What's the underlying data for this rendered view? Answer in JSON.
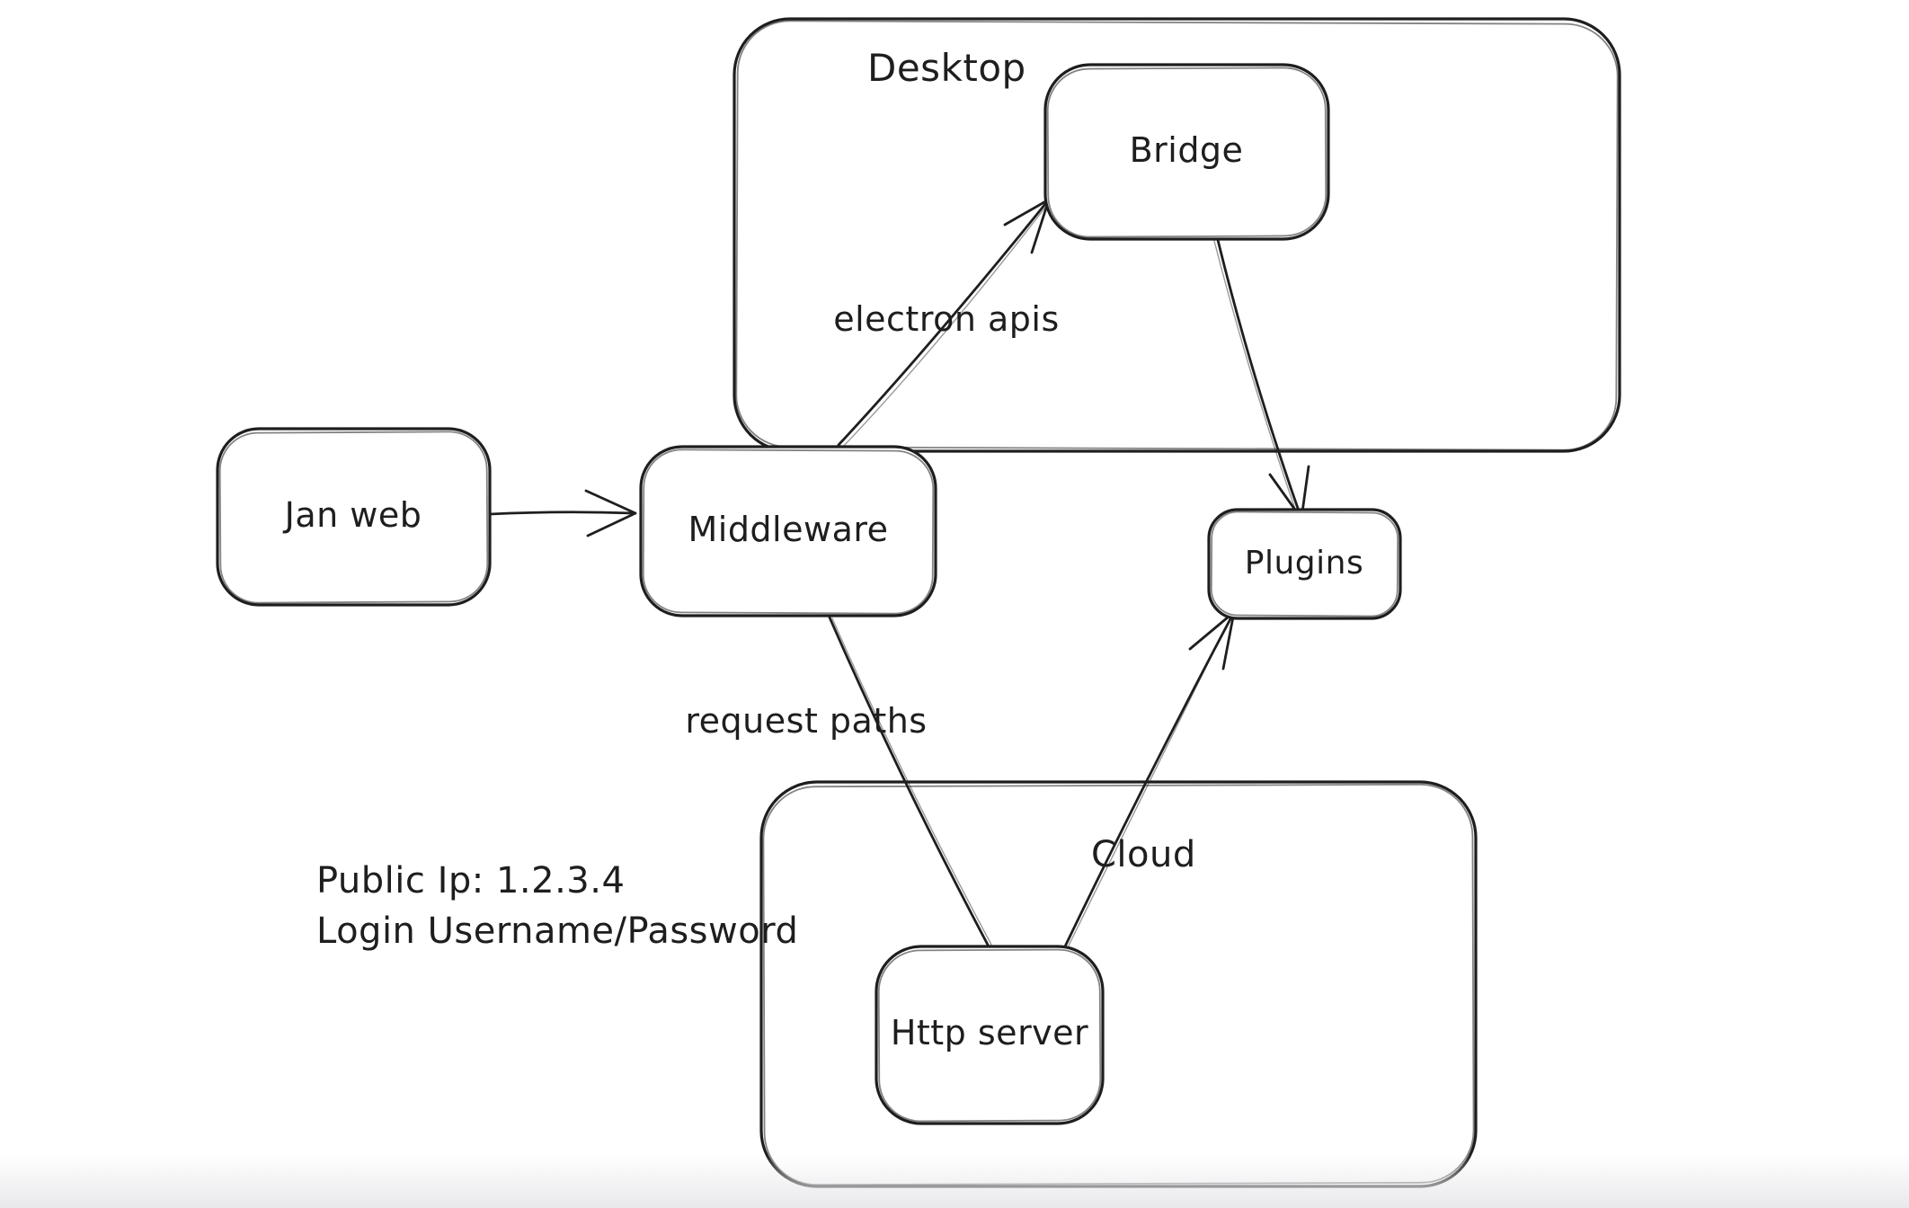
{
  "app": {
    "background_color": "#ffffff",
    "stroke_color": "#1e1e1e",
    "bottom_fade_color": "#e9e9ec"
  },
  "diagram": {
    "containers": [
      {
        "id": "desktop",
        "label": "Desktop"
      },
      {
        "id": "cloud",
        "label": "Cloud"
      }
    ],
    "nodes": [
      {
        "id": "jan-web",
        "label": "Jan web"
      },
      {
        "id": "middleware",
        "label": "Middleware"
      },
      {
        "id": "bridge",
        "label": "Bridge"
      },
      {
        "id": "plugins",
        "label": "Plugins"
      },
      {
        "id": "http-server",
        "label": "Http server"
      }
    ],
    "edges": [
      {
        "from": "jan-web",
        "to": "middleware",
        "label": "",
        "arrowhead": true
      },
      {
        "from": "middleware",
        "to": "bridge",
        "label": "electron apis",
        "arrowhead": true
      },
      {
        "from": "bridge",
        "to": "plugins",
        "label": "",
        "arrowhead": true
      },
      {
        "from": "middleware",
        "to": "http-server",
        "label": "request paths",
        "arrowhead": false
      },
      {
        "from": "http-server",
        "to": "plugins",
        "label": "",
        "arrowhead": true
      }
    ],
    "annotations": [
      "Public Ip: 1.2.3.4",
      "Login Username/Password"
    ]
  }
}
